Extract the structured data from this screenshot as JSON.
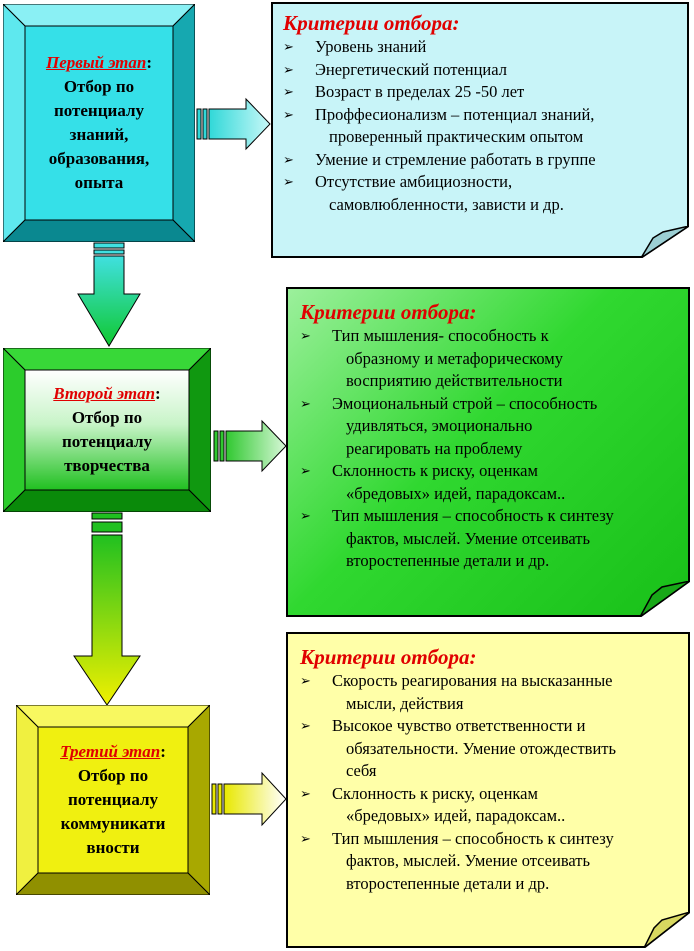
{
  "stages": [
    {
      "label": "Первый этап",
      "lines": [
        "Отбор по",
        "потенциалу",
        "знаний,",
        "образования,",
        "опыта"
      ]
    },
    {
      "label": "Второй этап",
      "lines": [
        "Отбор по",
        "потенциалу",
        "творчества"
      ]
    },
    {
      "label": "Третий этап",
      "lines": [
        "Отбор по",
        "потенциалу",
        "коммуникати",
        "вности"
      ]
    }
  ],
  "criteria": [
    {
      "title": "Критерии отбора:",
      "items": [
        [
          "Уровень знаний"
        ],
        [
          "Энергетический потенциал"
        ],
        [
          "Возраст в пределах 25 -50 лет"
        ],
        [
          "Проффесионализм – потенциал знаний,",
          "проверенный практическим опытом"
        ],
        [
          "Умение и стремление работать в группе"
        ],
        [
          "Отсутствие амбициозности,",
          "самовлюбленности, зависти и др."
        ]
      ]
    },
    {
      "title": "Критерии отбора:",
      "items": [
        [
          "Тип мышления- способность к",
          "образному и метафорическому",
          "восприятию действительности"
        ],
        [
          "Эмоциональный строй – способность",
          "удивляться, эмоционально",
          "реагировать на проблему"
        ],
        [
          "Склонность к риску, оценкам",
          "«бредовых» идей, парадоксам.."
        ],
        [
          "Тип мышления – способность к синтезу",
          "фактов, мыслей. Умение отсеивать",
          "второстепенные детали и др."
        ]
      ]
    },
    {
      "title": "Критерии отбора:",
      "items": [
        [
          "Скорость реагирования на высказанные",
          "мысли, действия"
        ],
        [
          "Высокое  чувство ответственности и",
          "обязательности. Умение отождествить",
          "себя"
        ],
        [
          "Склонность к риску, оценкам",
          "«бредовых» идей, парадоксам.."
        ],
        [
          "Тип мышления – способность к синтезу",
          "фактов, мыслей. Умение отсеивать",
          "второстепенные детали и др."
        ]
      ]
    }
  ],
  "colors": {
    "stage1": "#35e0e8",
    "stage2": "#1fc41f",
    "stage3": "#e8e800",
    "note1": "#c8f4f8",
    "note2": "#28d428",
    "note3": "#ffffa0",
    "title_red": "#e00000"
  }
}
